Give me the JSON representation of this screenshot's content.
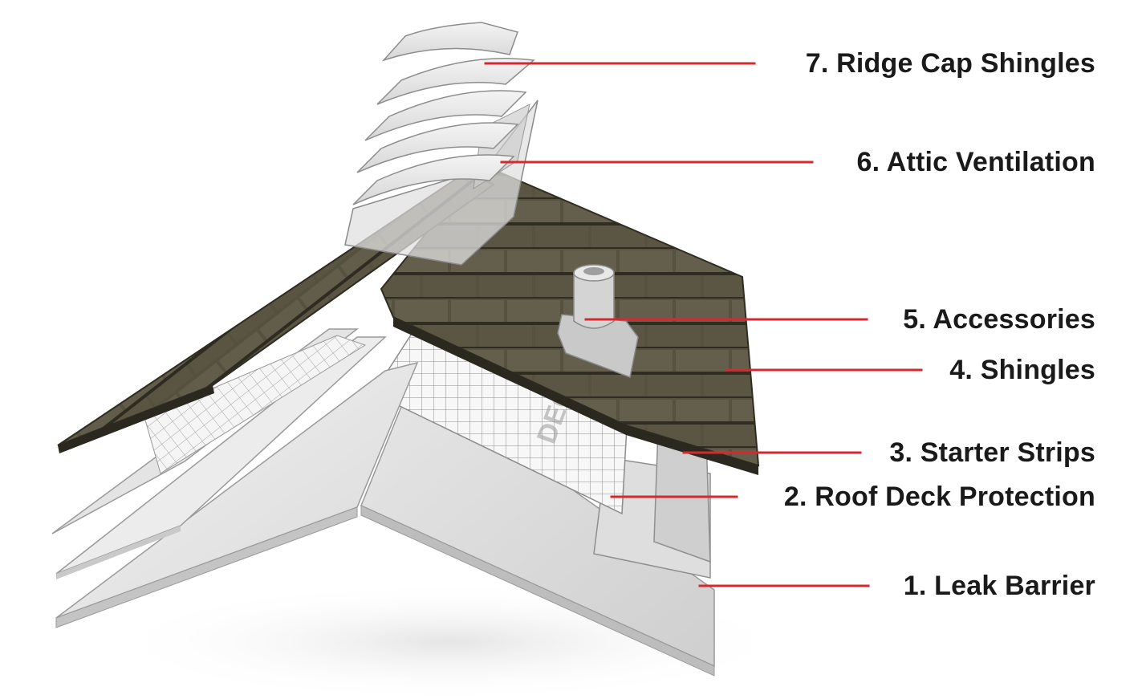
{
  "diagram": {
    "labels": [
      {
        "id": "ridge-cap-shingles",
        "text": "7. Ridge Cap Shingles"
      },
      {
        "id": "attic-ventilation",
        "text": "6. Attic Ventilation"
      },
      {
        "id": "accessories",
        "text": "5. Accessories"
      },
      {
        "id": "shingles",
        "text": "4. Shingles"
      },
      {
        "id": "starter-strips",
        "text": "3. Starter Strips"
      },
      {
        "id": "roof-deck-protection",
        "text": "2. Roof Deck Protection"
      },
      {
        "id": "leak-barrier",
        "text": "1. Leak Barrier"
      }
    ],
    "underlayment_print": "DECK",
    "colors": {
      "leader_line": "#d42a2f",
      "label_text": "#1a1a1a",
      "shingle": "#5e5a4a",
      "shingle_dark": "#3d3a2f",
      "layer_light": "#e9e9e9"
    }
  }
}
